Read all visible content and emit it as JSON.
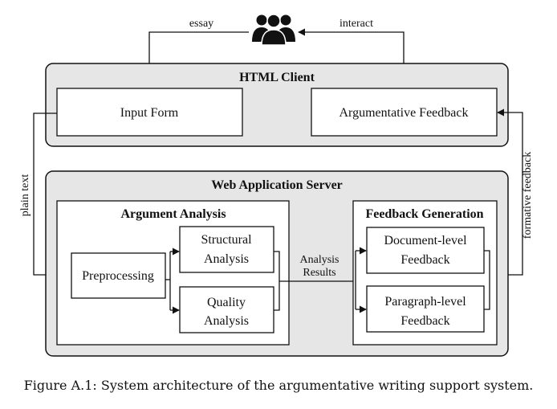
{
  "users_icon": "users-group-icon",
  "edges": {
    "essay": "essay",
    "interact": "interact",
    "plain_text": "plain text",
    "formative_feedback": "formative feedback",
    "analysis_results_1": "Analysis",
    "analysis_results_2": "Results"
  },
  "client": {
    "title": "HTML Client",
    "input_form": "Input Form",
    "argumentative_feedback": "Argumentative Feedback"
  },
  "server": {
    "title": "Web Application Server",
    "argument_analysis": {
      "title": "Argument Analysis",
      "preprocessing": "Preprocessing",
      "structural_1": "Structural",
      "structural_2": "Analysis",
      "quality_1": "Quality",
      "quality_2": "Analysis"
    },
    "feedback_generation": {
      "title": "Feedback Generation",
      "document_1": "Document-level",
      "document_2": "Feedback",
      "paragraph_1": "Paragraph-level",
      "paragraph_2": "Feedback"
    }
  },
  "caption": "Figure A.1: System architecture of the argumentative writing support system."
}
